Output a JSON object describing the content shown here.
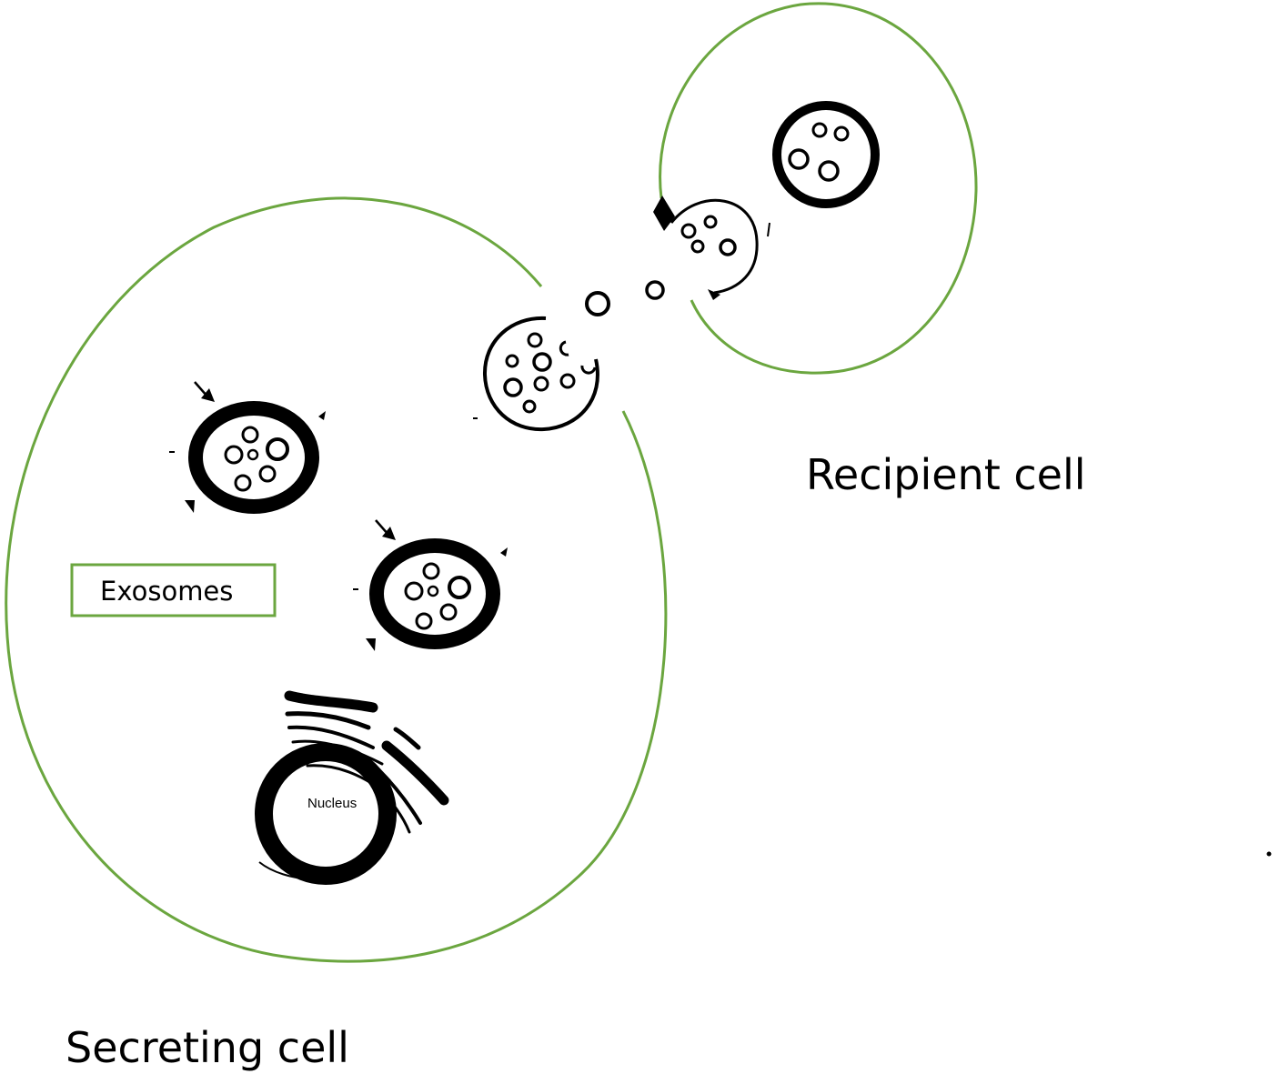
{
  "labels": {
    "secreting_cell": "Secreting cell",
    "recipient_cell": "Recipient cell",
    "exosomes": "Exosomes",
    "nucleus": "Nucleus"
  },
  "colors": {
    "membrane": "#6ba63f",
    "ink": "#000000",
    "background": "#ffffff"
  }
}
